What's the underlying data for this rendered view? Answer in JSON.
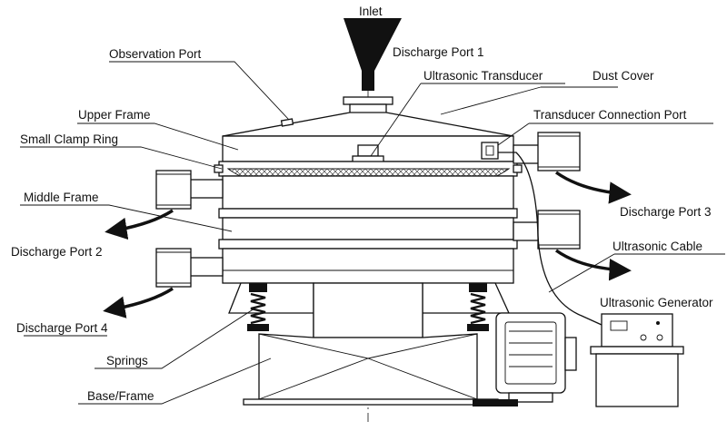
{
  "labels": {
    "inlet": "Inlet",
    "observation_port": "Observation Port",
    "discharge_port_1": "Discharge Port 1",
    "ultrasonic_transducer": "Ultrasonic Transducer",
    "dust_cover": "Dust Cover",
    "upper_frame": "Upper Frame",
    "transducer_connection_port": "Transducer Connection Port",
    "small_clamp_ring": "Small Clamp Ring",
    "middle_frame": "Middle Frame",
    "discharge_port_3": "Discharge Port 3",
    "discharge_port_2": "Discharge Port 2",
    "ultrasonic_cable": "Ultrasonic Cable",
    "ultrasonic_generator": "Ultrasonic Generator",
    "discharge_port_4": "Discharge Port 4",
    "springs": "Springs",
    "base_frame": "Base/Frame"
  }
}
